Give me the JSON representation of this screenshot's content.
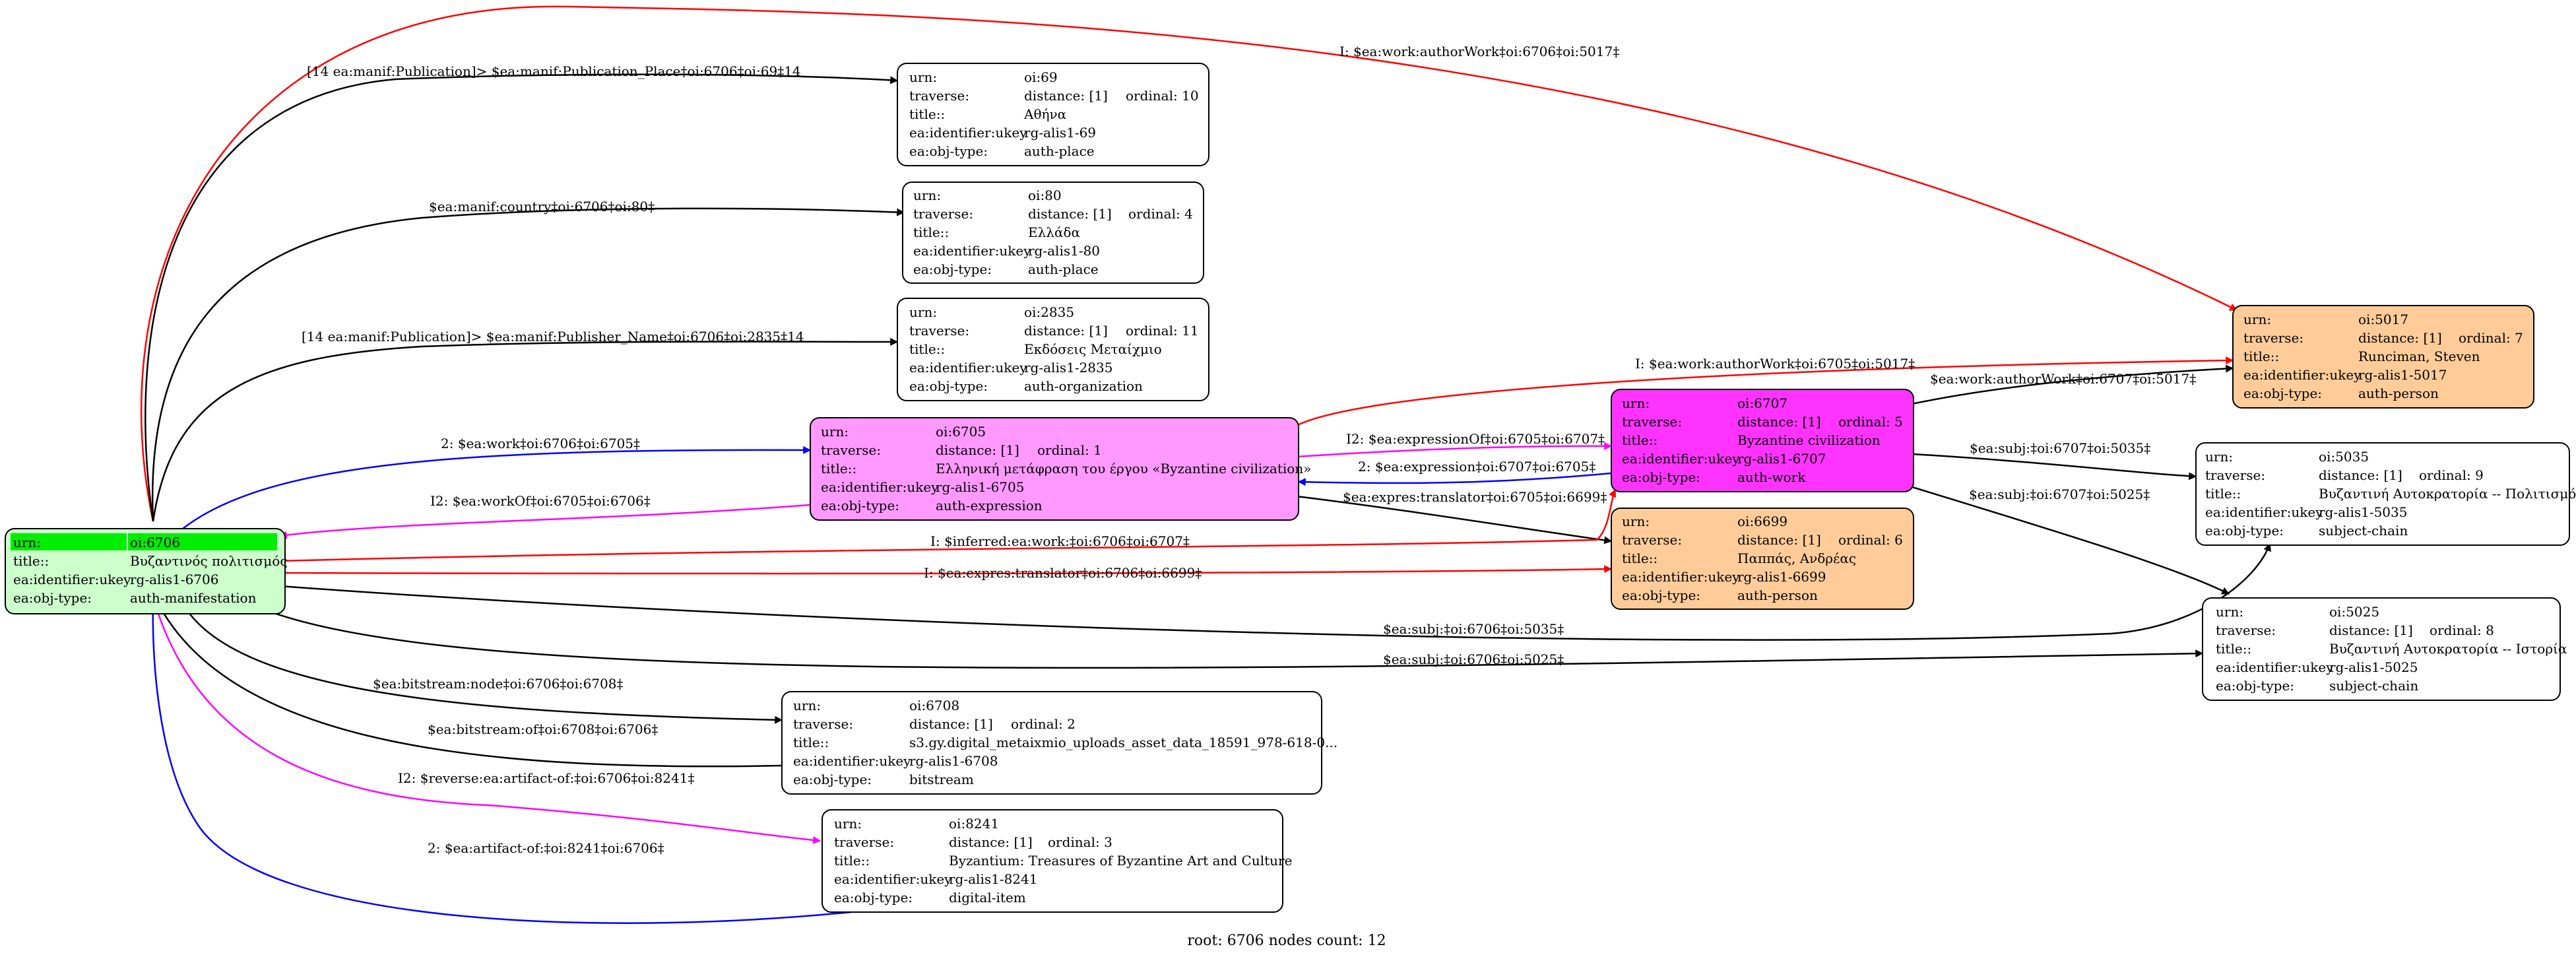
{
  "graph": {
    "footer": "root: 6706 nodes count: 12",
    "field_keys": [
      "urn:",
      "traverse:",
      "title::",
      "ea:identifier:ukey",
      "ea:obj-type:"
    ],
    "root_field_keys": [
      "urn:",
      "title::",
      "ea:identifier:ukey",
      "ea:obj-type:"
    ],
    "colors": {
      "root_fill": "#ccffcc",
      "root_header": "#00ee00",
      "expression_fill": "#ff99ff",
      "work_fill": "#ff33ff",
      "person_fill": "#ffcc99",
      "default_fill": "#ffffff",
      "edge_black": "#000000",
      "edge_red": "#ff0000",
      "edge_blue": "#0000ff",
      "edge_magenta": "#ff00ff"
    },
    "nodes": {
      "n6706": {
        "urn": "oi:6706",
        "title": "Βυζαντινός πολιτισμός",
        "ukey": "rg-alis1-6706",
        "type": "auth-manifestation"
      },
      "n69": {
        "urn": "oi:69",
        "traverse": "distance: [1]",
        "ordinal": "ordinal: 10",
        "title": "Αθήνα",
        "ukey": "rg-alis1-69",
        "type": "auth-place"
      },
      "n80": {
        "urn": "oi:80",
        "traverse": "distance: [1]",
        "ordinal": "ordinal: 4",
        "title": "Ελλάδα",
        "ukey": "rg-alis1-80",
        "type": "auth-place"
      },
      "n2835": {
        "urn": "oi:2835",
        "traverse": "distance: [1]",
        "ordinal": "ordinal: 11",
        "title": "Εκδόσεις Μεταίχμιο",
        "ukey": "rg-alis1-2835",
        "type": "auth-organization"
      },
      "n6705": {
        "urn": "oi:6705",
        "traverse": "distance: [1]",
        "ordinal": "ordinal: 1",
        "title": "Ελληνική μετάφραση του έργου «Byzantine civilization»",
        "ukey": "rg-alis1-6705",
        "type": "auth-expression"
      },
      "n6707": {
        "urn": "oi:6707",
        "traverse": "distance: [1]",
        "ordinal": "ordinal: 5",
        "title": "Byzantine civilization",
        "ukey": "rg-alis1-6707",
        "type": "auth-work"
      },
      "n5017": {
        "urn": "oi:5017",
        "traverse": "distance: [1]",
        "ordinal": "ordinal: 7",
        "title": "Runciman, Steven",
        "ukey": "rg-alis1-5017",
        "type": "auth-person"
      },
      "n5035": {
        "urn": "oi:5035",
        "traverse": "distance: [1]",
        "ordinal": "ordinal: 9",
        "title": "Βυζαντινή Αυτοκρατορία -- Πολιτισμός",
        "ukey": "rg-alis1-5035",
        "type": "subject-chain"
      },
      "n6699": {
        "urn": "oi:6699",
        "traverse": "distance: [1]",
        "ordinal": "ordinal: 6",
        "title": "Παππάς, Ανδρέας",
        "ukey": "rg-alis1-6699",
        "type": "auth-person"
      },
      "n5025": {
        "urn": "oi:5025",
        "traverse": "distance: [1]",
        "ordinal": "ordinal: 8",
        "title": "Βυζαντινή Αυτοκρατορία -- Ιστορία",
        "ukey": "rg-alis1-5025",
        "type": "subject-chain"
      },
      "n6708": {
        "urn": "oi:6708",
        "traverse": "distance: [1]",
        "ordinal": "ordinal: 2",
        "title": "s3.gy.digital_metaixmio_uploads_asset_data_18591_978-618-0...",
        "ukey": "rg-alis1-6708",
        "type": "bitstream"
      },
      "n8241": {
        "urn": "oi:8241",
        "traverse": "distance: [1]",
        "ordinal": "ordinal: 3",
        "title": "Byzantium: Treasures of Byzantine Art and Culture",
        "ukey": "rg-alis1-8241",
        "type": "digital-item"
      }
    },
    "edge_labels": {
      "authorWork_top": "I: $ea:work:authorWork‡oi:6706‡oi:5017‡",
      "publication_place": "[14 ea:manif:Publication]> $ea:manif:Publication_Place‡oi:6706‡oi:69‡14",
      "country": "$ea:manif:country‡oi:6706‡oi:80‡",
      "publisher_name": "[14 ea:manif:Publication]> $ea:manif:Publisher_Name‡oi:6706‡oi:2835‡14",
      "authorWork_6705": "I: $ea:work:authorWork‡oi:6705‡oi:5017‡",
      "authorWork_6707": "$ea:work:authorWork‡oi:6707‡oi:5017‡",
      "work_6706_6705": "2: $ea:work‡oi:6706‡oi:6705‡",
      "workOf_6705_6706": "I2: $ea:workOf‡oi:6705‡oi:6706‡",
      "expressionOf": "I2: $ea:expressionOf‡oi:6705‡oi:6707‡",
      "expression": "2: $ea:expression‡oi:6707‡oi:6705‡",
      "expres_translator_6705": "$ea:expres:translator‡oi:6705‡oi:6699‡",
      "subj_6707_5035": "$ea:subj:‡oi:6707‡oi:5035‡",
      "subj_6707_5025": "$ea:subj:‡oi:6707‡oi:5025‡",
      "inferred_work": "I: $inferred:ea:work:‡oi:6706‡oi:6707‡",
      "expres_translator_6706": "I: $ea:expres:translator‡oi:6706‡oi:6699‡",
      "subj_6706_5035": "$ea:subj:‡oi:6706‡oi:5035‡",
      "subj_6706_5025": "$ea:subj:‡oi:6706‡oi:5025‡",
      "bitstream_node": "$ea:bitstream:node‡oi:6706‡oi:6708‡",
      "bitstream_of": "$ea:bitstream:of‡oi:6708‡oi:6706‡",
      "reverse_artifact": "I2: $reverse:ea:artifact-of:‡oi:6706‡oi:8241‡",
      "artifact_of": "2: $ea:artifact-of:‡oi:8241‡oi:6706‡"
    }
  }
}
